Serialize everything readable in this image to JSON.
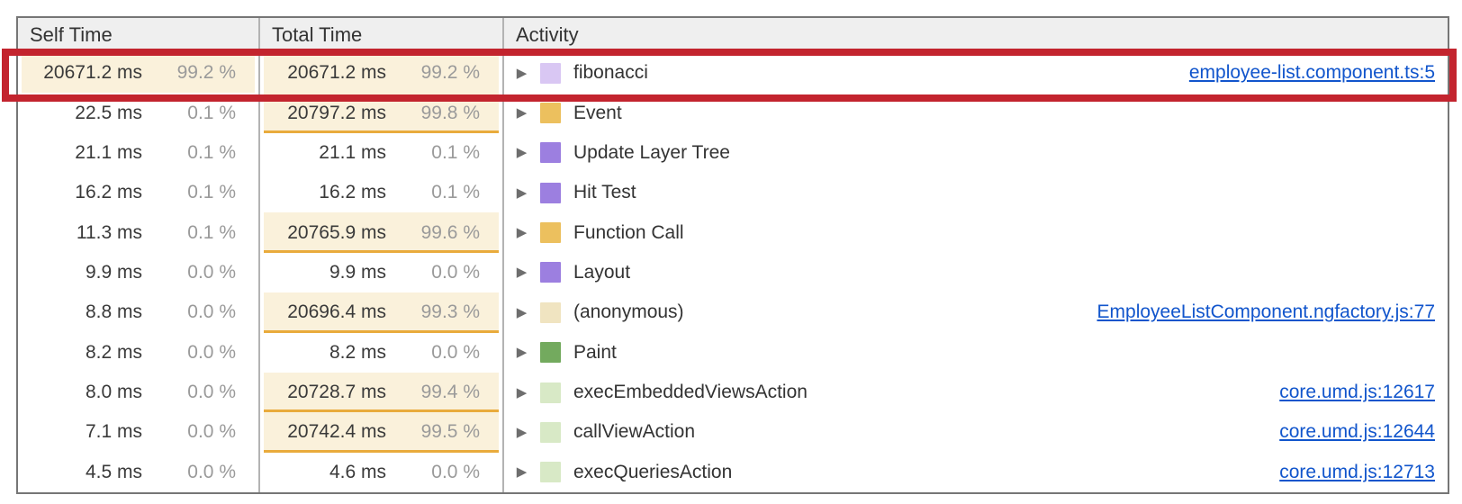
{
  "header": {
    "self_time": "Self Time",
    "total_time": "Total Time",
    "activity": "Activity"
  },
  "rows": [
    {
      "self": {
        "time": "20671.2 ms",
        "pct": "99.2 %",
        "highlight": "plain"
      },
      "total": {
        "time": "20671.2 ms",
        "pct": "99.2 %",
        "highlight": "plain"
      },
      "activity": {
        "label": "fibonacci",
        "icon": "scripting-category-icon",
        "icon_color": "#d9c7f3",
        "dotted": true,
        "link": "employee-list.component.ts:5"
      }
    },
    {
      "self": {
        "time": "22.5 ms",
        "pct": "0.1 %",
        "highlight": "none"
      },
      "total": {
        "time": "20797.2 ms",
        "pct": "99.8 %",
        "highlight": "underline"
      },
      "activity": {
        "label": "Event",
        "icon": "scripting-category-icon",
        "icon_color": "#ecc05e",
        "dotted": true,
        "link": ""
      }
    },
    {
      "self": {
        "time": "21.1 ms",
        "pct": "0.1 %",
        "highlight": "none"
      },
      "total": {
        "time": "21.1 ms",
        "pct": "0.1 %",
        "highlight": "none"
      },
      "activity": {
        "label": "Update Layer Tree",
        "icon": "rendering-category-icon",
        "icon_color": "#9c7fe0",
        "dotted": false,
        "link": ""
      }
    },
    {
      "self": {
        "time": "16.2 ms",
        "pct": "0.1 %",
        "highlight": "none"
      },
      "total": {
        "time": "16.2 ms",
        "pct": "0.1 %",
        "highlight": "none"
      },
      "activity": {
        "label": "Hit Test",
        "icon": "rendering-category-icon",
        "icon_color": "#9c7fe0",
        "dotted": false,
        "link": ""
      }
    },
    {
      "self": {
        "time": "11.3 ms",
        "pct": "0.1 %",
        "highlight": "none"
      },
      "total": {
        "time": "20765.9 ms",
        "pct": "99.6 %",
        "highlight": "underline"
      },
      "activity": {
        "label": "Function Call",
        "icon": "scripting-category-icon",
        "icon_color": "#ecc05e",
        "dotted": true,
        "link": ""
      }
    },
    {
      "self": {
        "time": "9.9 ms",
        "pct": "0.0 %",
        "highlight": "none"
      },
      "total": {
        "time": "9.9 ms",
        "pct": "0.0 %",
        "highlight": "none"
      },
      "activity": {
        "label": "Layout",
        "icon": "rendering-category-icon",
        "icon_color": "#9c7fe0",
        "dotted": false,
        "link": ""
      }
    },
    {
      "self": {
        "time": "8.8 ms",
        "pct": "0.0 %",
        "highlight": "none"
      },
      "total": {
        "time": "20696.4 ms",
        "pct": "99.3 %",
        "highlight": "underline"
      },
      "activity": {
        "label": "(anonymous)",
        "icon": "scripting-category-icon",
        "icon_color": "#f0e4c1",
        "dotted": true,
        "link": "EmployeeListComponent.ngfactory.js:77"
      }
    },
    {
      "self": {
        "time": "8.2 ms",
        "pct": "0.0 %",
        "highlight": "none"
      },
      "total": {
        "time": "8.2 ms",
        "pct": "0.0 %",
        "highlight": "none"
      },
      "activity": {
        "label": "Paint",
        "icon": "painting-category-icon",
        "icon_color": "#73aa5e",
        "dotted": false,
        "link": ""
      }
    },
    {
      "self": {
        "time": "8.0 ms",
        "pct": "0.0 %",
        "highlight": "none"
      },
      "total": {
        "time": "20728.7 ms",
        "pct": "99.4 %",
        "highlight": "underline"
      },
      "activity": {
        "label": "execEmbeddedViewsAction",
        "icon": "scripting-category-icon",
        "icon_color": "#d8e9c6",
        "dotted": true,
        "link": "core.umd.js:12617"
      }
    },
    {
      "self": {
        "time": "7.1 ms",
        "pct": "0.0 %",
        "highlight": "none"
      },
      "total": {
        "time": "20742.4 ms",
        "pct": "99.5 %",
        "highlight": "underline"
      },
      "activity": {
        "label": "callViewAction",
        "icon": "scripting-category-icon",
        "icon_color": "#d8e9c6",
        "dotted": true,
        "link": "core.umd.js:12644"
      }
    },
    {
      "self": {
        "time": "4.5 ms",
        "pct": "0.0 %",
        "highlight": "none"
      },
      "total": {
        "time": "4.6 ms",
        "pct": "0.0 %",
        "highlight": "none"
      },
      "activity": {
        "label": "execQueriesAction",
        "icon": "scripting-category-icon",
        "icon_color": "#d8e9c6",
        "dotted": true,
        "link": "core.umd.js:12713"
      }
    }
  ],
  "icons": {
    "expand_arrow": "▶"
  },
  "colors": {
    "annotation_red": "#c3242e",
    "hot_cell_background": "#faf1db",
    "hot_cell_underline": "#e9ab3c",
    "link_blue": "#1155cc",
    "percent_gray": "#9a9a9a"
  }
}
